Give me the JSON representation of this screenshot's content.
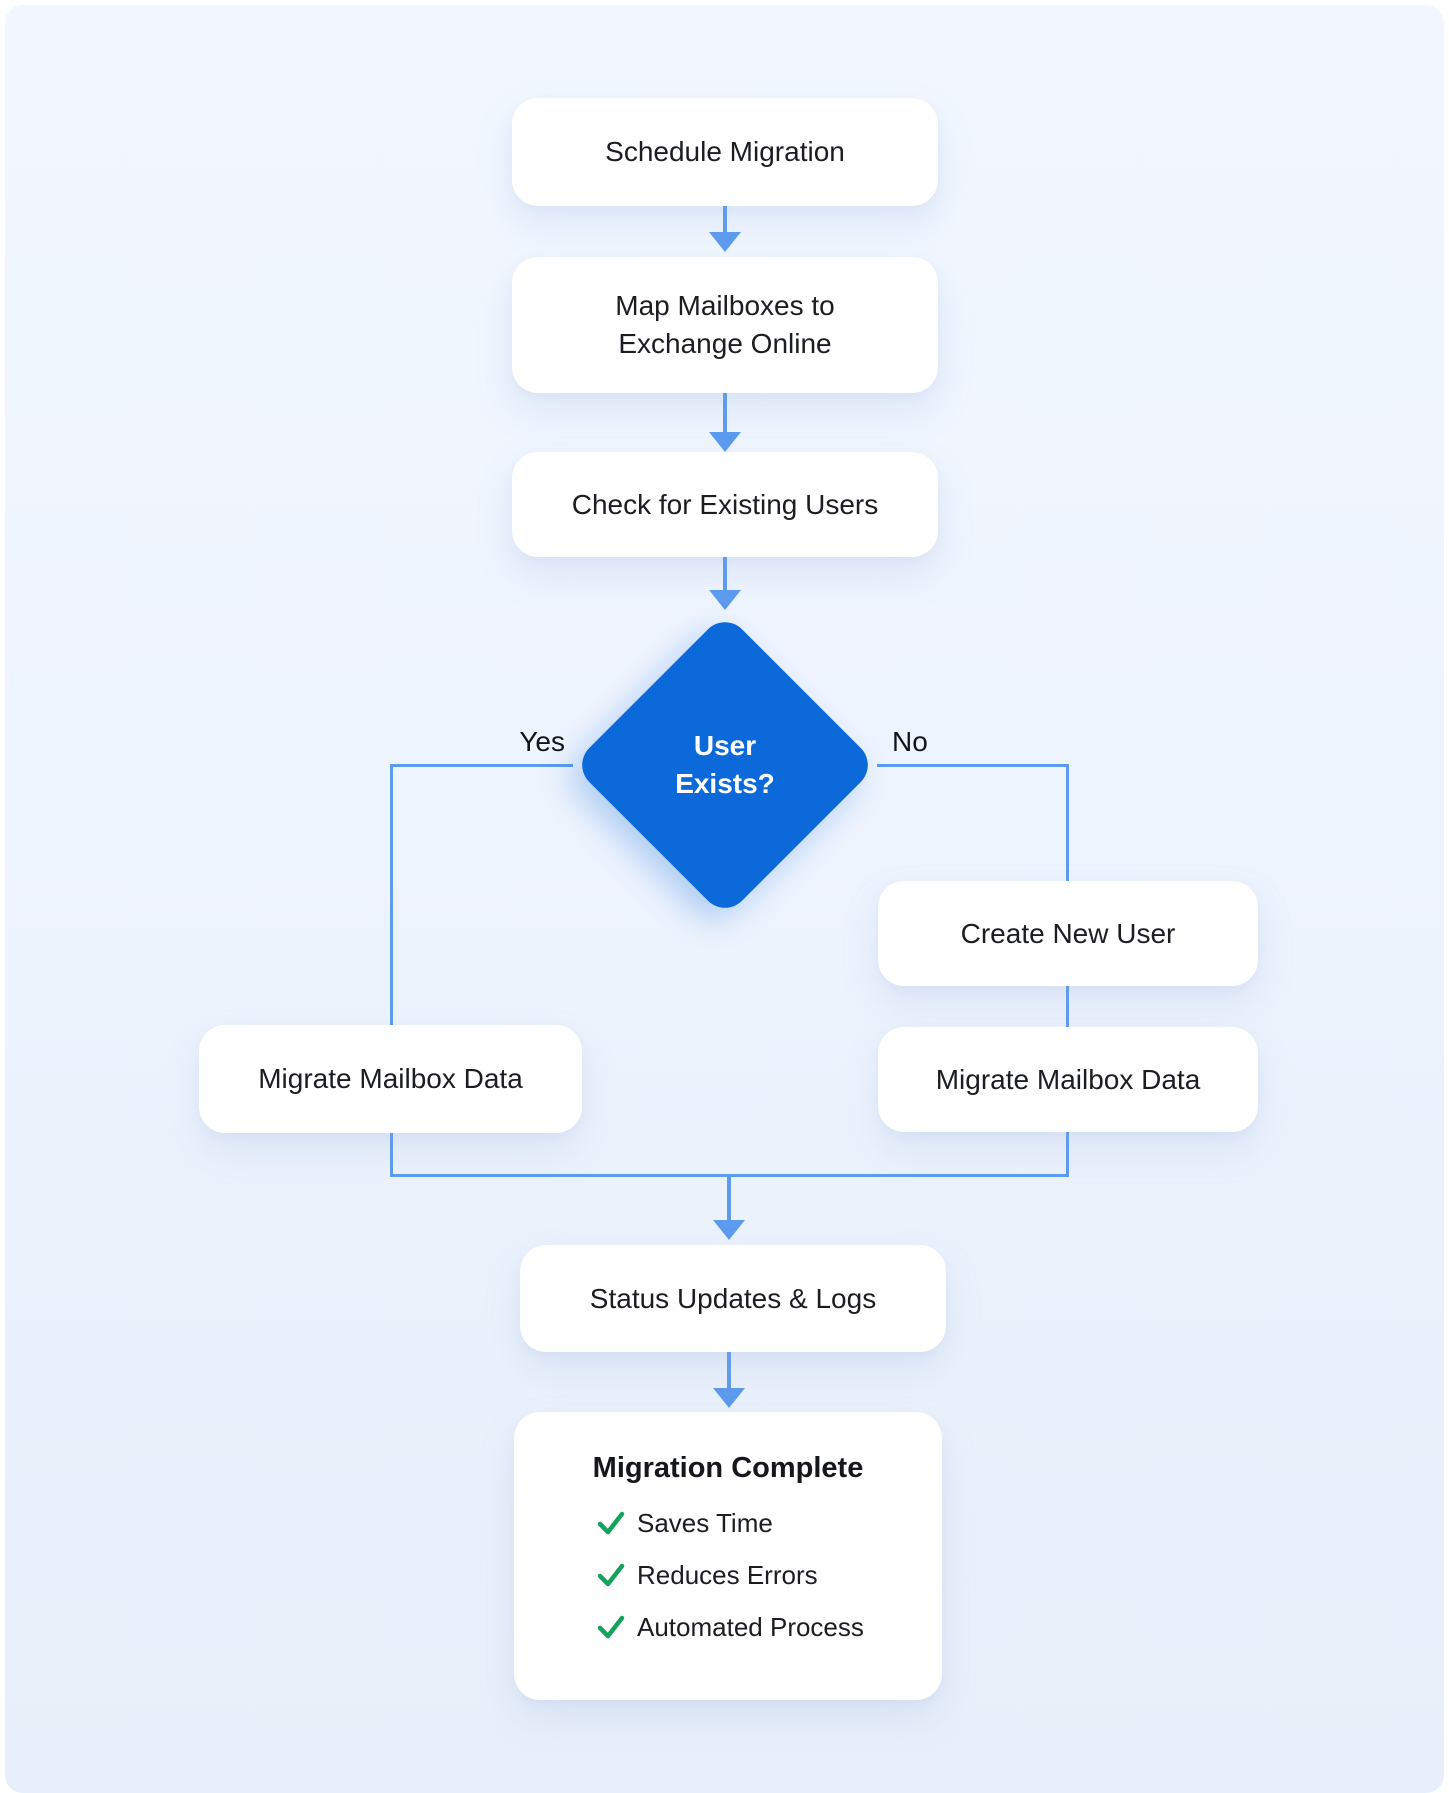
{
  "flowchart": {
    "nodes": {
      "schedule": {
        "label": "Schedule Migration"
      },
      "map": {
        "label_line1": "Map Mailboxes to",
        "label_line2": "Exchange Online"
      },
      "check_users": {
        "label": "Check for Existing Users"
      },
      "decision": {
        "label_line1": "User",
        "label_line2": "Exists?"
      },
      "create_user": {
        "label": "Create New User"
      },
      "migrate_left": {
        "label": "Migrate Mailbox Data"
      },
      "migrate_right": {
        "label": "Migrate Mailbox Data"
      },
      "status": {
        "label": "Status Updates & Logs"
      },
      "complete": {
        "title": "Migration Complete",
        "items": [
          "Saves Time",
          "Reduces Errors",
          "Automated Process"
        ],
        "check_icon": "✓"
      }
    },
    "branch_labels": {
      "yes": "Yes",
      "no": "No"
    },
    "colors": {
      "decision_fill": "#0C69DA",
      "connector_blue": "#5C9BEF",
      "check_green": "#12A45C",
      "node_fill": "#FFFFFF",
      "background_top": "#F2F7FF",
      "background_bottom": "#E8EFFA",
      "text_dark": "#1B1D21"
    }
  }
}
